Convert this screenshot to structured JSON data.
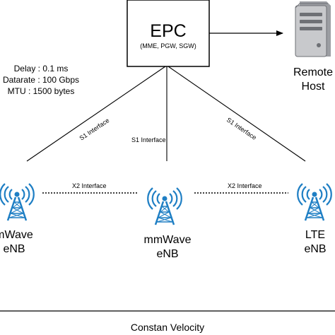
{
  "epc": {
    "title": "EPC",
    "subtitle": "(MME, PGW, SGW)"
  },
  "remote_host": {
    "line1": "Remote",
    "line2": "Host"
  },
  "link_params": {
    "delay": "Delay : 0.1 ms",
    "datarate": "Datarate : 100 Gbps",
    "mtu": "MTU : 1500 bytes"
  },
  "interfaces": {
    "s1_left": "S1 Interface",
    "s1_mid": "S1 Interface",
    "s1_right": "S1 Interface",
    "x2_left": "X2 Interface",
    "x2_right": "X2 Interface"
  },
  "enbs": [
    {
      "line1": "mWave",
      "line2": "eNB",
      "icon": "cell-tower-icon"
    },
    {
      "line1": "mmWave",
      "line2": "eNB",
      "icon": "cell-tower-icon"
    },
    {
      "line1": "LTE",
      "line2": "eNB",
      "icon": "cell-tower-icon"
    }
  ],
  "footer": {
    "label": "Constan Velocity"
  },
  "colors": {
    "tower": "#1f7fc4",
    "line": "#000000",
    "server_body": "#c8c9cc",
    "server_dark": "#6e7075"
  },
  "server_icon": "server-icon"
}
